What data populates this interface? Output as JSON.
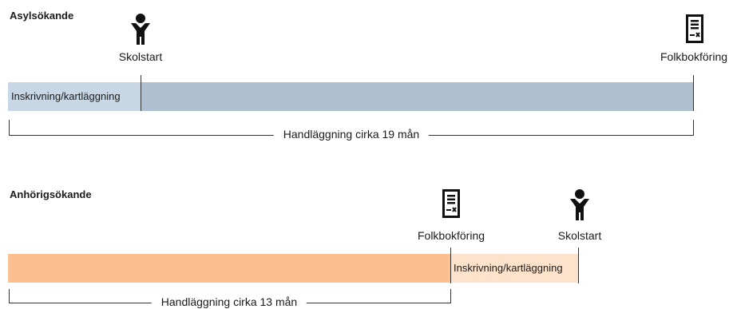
{
  "colors": {
    "blue_light": "#c7d7e6",
    "blue_dark": "#aebfcf",
    "orange": "#fbc08f",
    "orange_light": "#fde3cc",
    "line": "#333333"
  },
  "asyl": {
    "title": "Asylsökande",
    "school_icon": "person-icon",
    "school_label": "Skolstart",
    "registry_icon": "document-icon",
    "registry_label": "Folkbokföring",
    "phase_label": "Inskrivning/kartläggning",
    "duration_label": "Handläggning cirka 19 mån"
  },
  "anhorig": {
    "title": "Anhörigsökande",
    "registry_icon": "document-icon",
    "registry_label": "Folkbokföring",
    "school_icon": "person-icon",
    "school_label": "Skolstart",
    "phase_label": "Inskrivning/kartläggning",
    "duration_label": "Handläggning cirka 13 mån"
  }
}
